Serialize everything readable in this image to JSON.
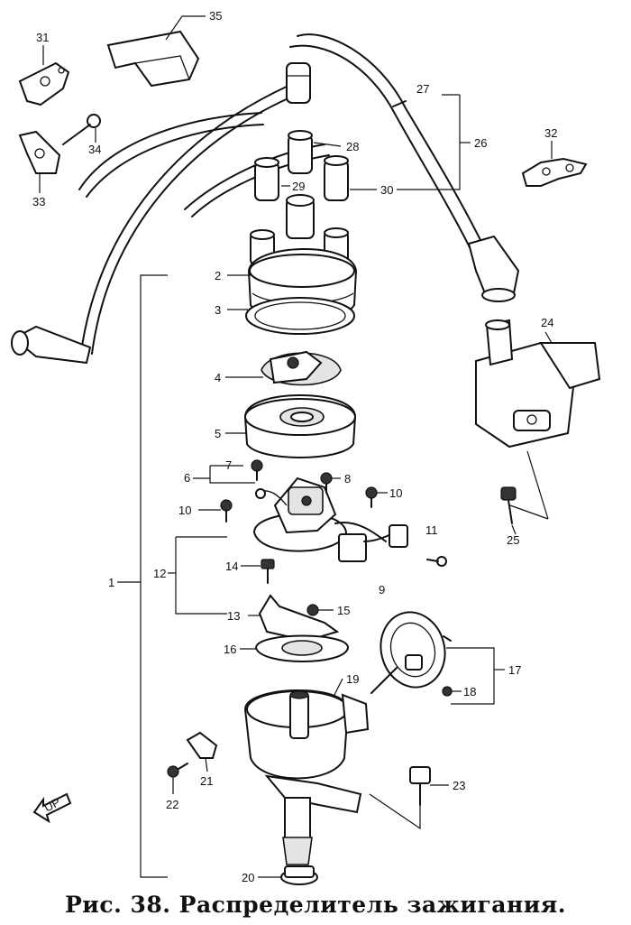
{
  "caption": "Рис. 38. Распределитель зажигания.",
  "callouts": {
    "n1": "1",
    "n2": "2",
    "n3": "3",
    "n4": "4",
    "n5": "5",
    "n6": "6",
    "n7": "7",
    "n8": "8",
    "n9": "9",
    "n10a": "10",
    "n10b": "10",
    "n11": "11",
    "n12": "12",
    "n13": "13",
    "n14": "14",
    "n15": "15",
    "n16": "16",
    "n17": "17",
    "n18": "18",
    "n19": "19",
    "n20": "20",
    "n21": "21",
    "n22": "22",
    "n23": "23",
    "n24": "24",
    "n25": "25",
    "n26": "26",
    "n27": "27",
    "n28": "28",
    "n29": "29",
    "n30": "30",
    "n31": "31",
    "n32": "32",
    "n33": "33",
    "n34": "34",
    "n35": "35"
  },
  "direction_marker": "UP"
}
